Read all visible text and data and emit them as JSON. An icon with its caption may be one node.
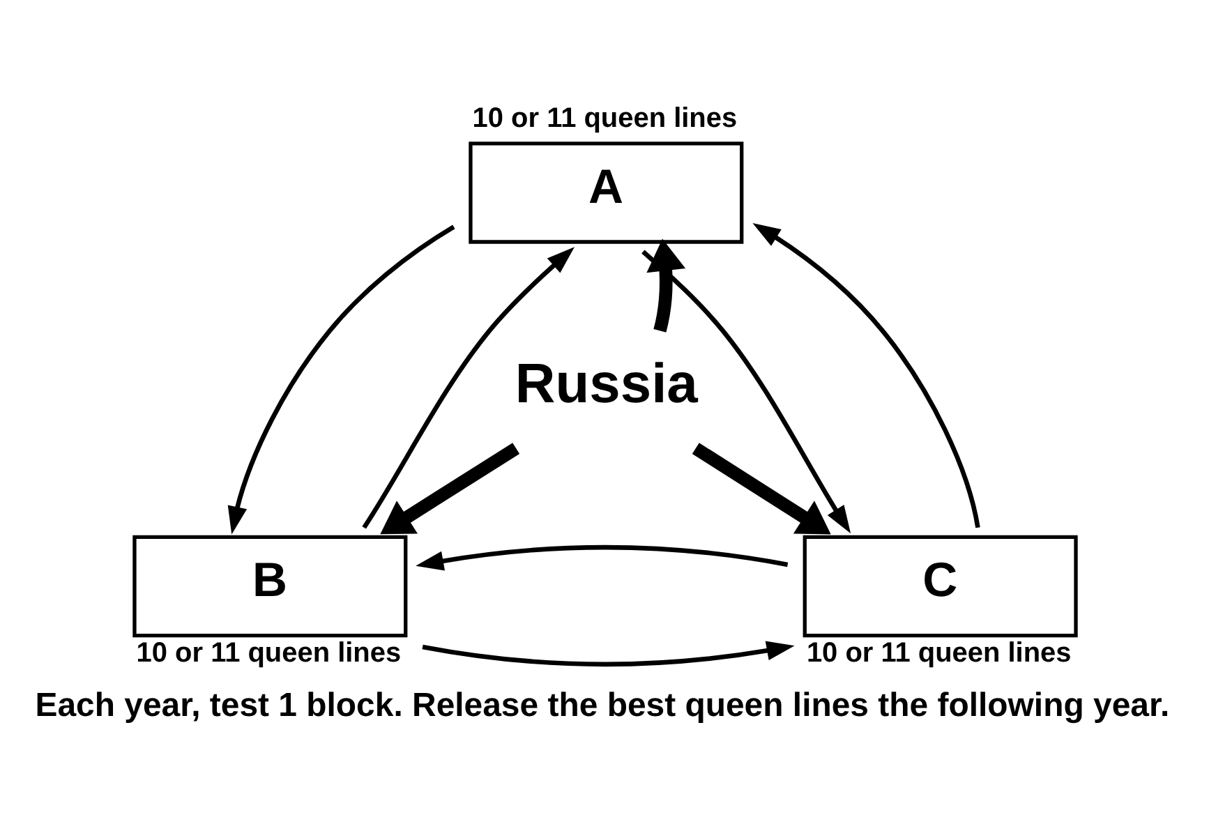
{
  "diagram": {
    "caption": "Each year, test 1 block. Release the best queen lines the following year.",
    "nodes": [
      {
        "text": [
          "A"
        ],
        "beside": [
          "10 or 11 queen lines"
        ]
      },
      {
        "text": [
          "Russia"
        ]
      },
      {
        "text": [
          "B"
        ],
        "beside": [
          "10 or 11 queen lines"
        ]
      },
      {
        "text": [
          "C"
        ],
        "beside": [
          "10 or 11 queen lines"
        ]
      }
    ],
    "edges": [
      {
        "from": 0,
        "to": 2,
        "arrow": "to"
      },
      {
        "from": 2,
        "to": 0,
        "arrow": "to"
      },
      {
        "from": 0,
        "to": 3,
        "arrow": "to"
      },
      {
        "from": 3,
        "to": 0,
        "arrow": "to"
      },
      {
        "from": 2,
        "to": 3,
        "arrow": "to"
      },
      {
        "from": 3,
        "to": 2,
        "arrow": "to"
      },
      {
        "from": 1,
        "to": 0,
        "arrow": "to",
        "style": "thick"
      },
      {
        "from": 1,
        "to": 2,
        "arrow": "to",
        "style": "thick"
      },
      {
        "from": 1,
        "to": 3,
        "arrow": "to",
        "style": "thick"
      }
    ]
  }
}
